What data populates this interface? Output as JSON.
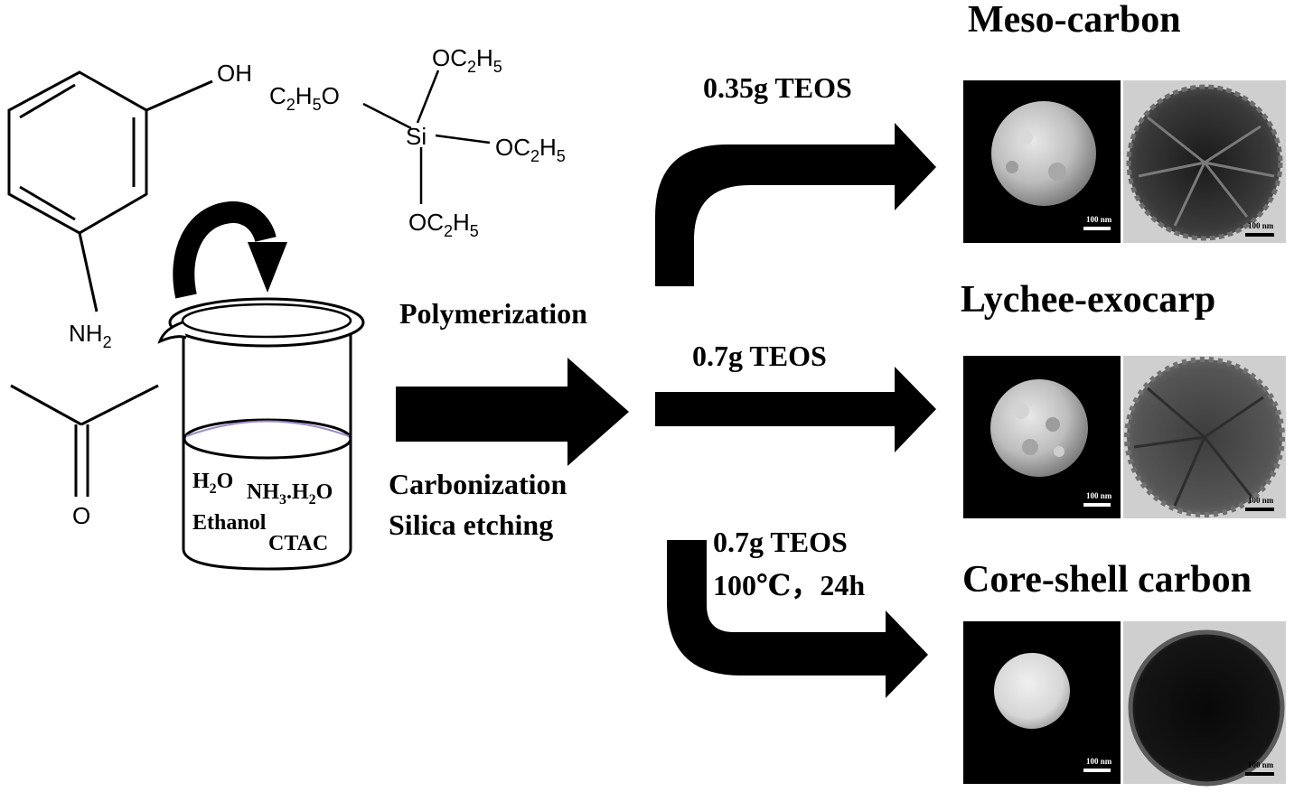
{
  "reagents": {
    "aminophenol": {
      "oh": "OH",
      "nh": "NH",
      "nh_sub": "2"
    },
    "teos": {
      "top": {
        "p1": "OC",
        "s1": "2",
        "p2": "H",
        "s2": "5"
      },
      "left": {
        "p1": "C",
        "s1": "2",
        "p2": "H",
        "s2": "5",
        "p3": "O"
      },
      "right": {
        "p1": "OC",
        "s1": "2",
        "p2": "H",
        "s2": "5"
      },
      "bottom": {
        "p1": "OC",
        "s1": "2",
        "p2": "H",
        "s2": "5"
      },
      "si": "Si"
    },
    "acetone": {
      "o": "O"
    }
  },
  "beaker": {
    "water": {
      "base": "H",
      "sub": "2",
      "rest": "O"
    },
    "ammonia": {
      "p1": "NH",
      "s1": "3",
      "p2": ".H",
      "s2": "2",
      "p3": "O"
    },
    "ethanol": "Ethanol",
    "ctac": "CTAC"
  },
  "process": {
    "step1": "Polymerization",
    "step2": "Carbonization",
    "step3": "Silica etching"
  },
  "routes": [
    {
      "condition": "0.35g TEOS",
      "product": "Meso-carbon",
      "scale_sem": "100 nm",
      "scale_tem": "100 nm"
    },
    {
      "condition": "0.7g TEOS",
      "product": "Lychee-exocarp",
      "scale_sem": "100 nm",
      "scale_tem": "100 nm"
    },
    {
      "condition": "0.7g TEOS",
      "condition2": "100℃，24h",
      "product": "Core-shell carbon",
      "scale_sem": "100 nm",
      "scale_tem": "100 nm"
    }
  ],
  "colors": {
    "arrow": "#000000",
    "sem_background": "#000000",
    "tem_background": "#cfcfcf",
    "liquid_line": "#9b8ccc"
  }
}
